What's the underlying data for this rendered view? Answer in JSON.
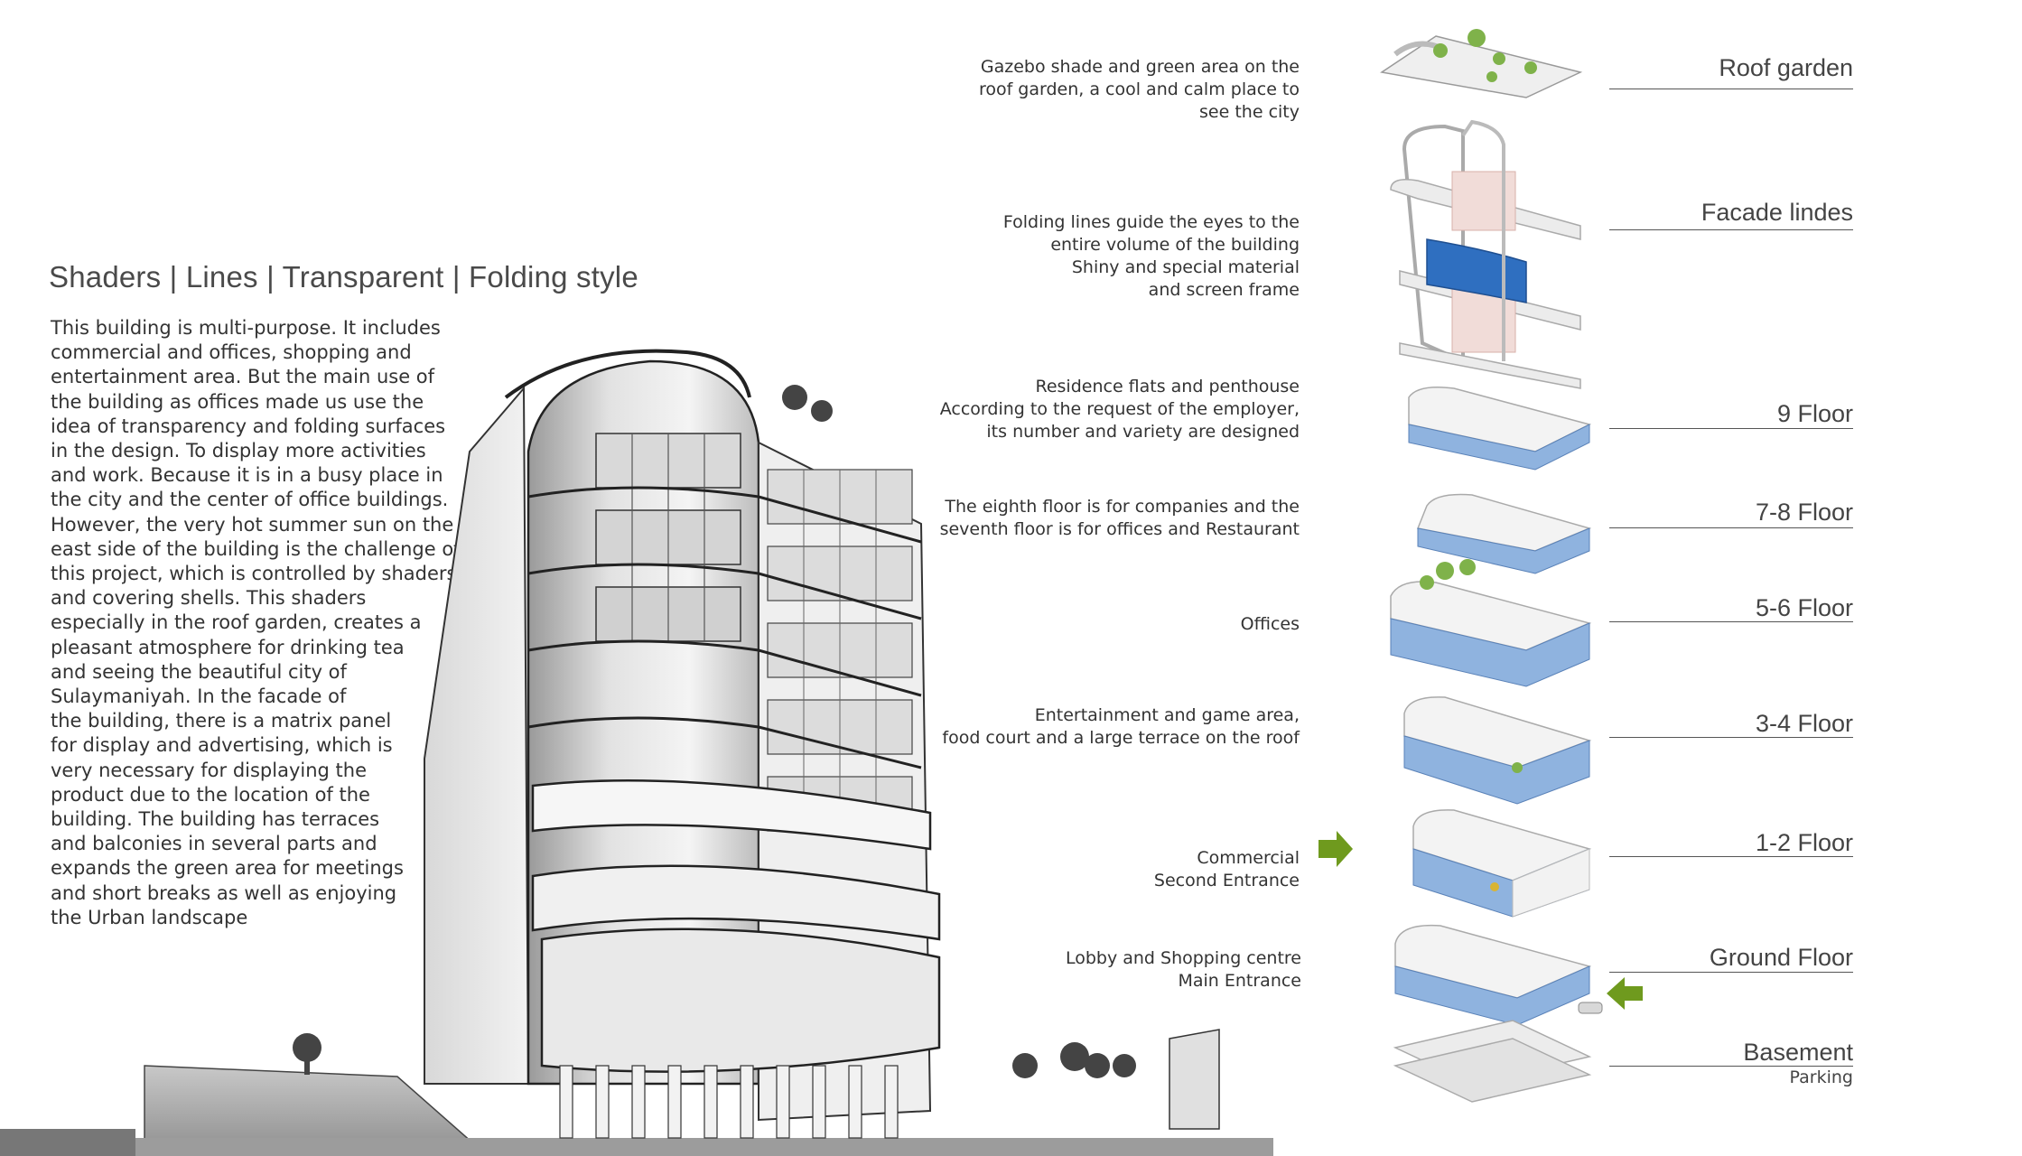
{
  "heading": "Shaders | Lines | Transparent | Folding style",
  "description_lines": [
    "This building is multi-purpose. It includes",
    "commercial and offices, shopping and",
    "entertainment area. But the main use of",
    "the building as offices made us use the",
    "idea of transparency and folding surfaces",
    "in the design. To display more activities",
    "and work. Because it is in a busy place in",
    "the city and the center of office buildings.",
    "However, the very hot summer sun on the",
    "east side of the building is the challenge of",
    "this project, which is controlled by shaders",
    "and covering shells. This shaders",
    "especially in the roof garden, creates a",
    "pleasant atmosphere for drinking tea",
    "and seeing the beautiful city of",
    "Sulaymaniyah. In the facade of",
    "the building, there is a matrix panel",
    "for display and advertising, which is",
    "very necessary for displaying the",
    "product due to the location of the",
    "building. The building has terraces",
    "and balconies in several parts and",
    "expands the green area for meetings",
    "and short breaks as well as enjoying",
    "the Urban landscape"
  ],
  "levels": [
    {
      "label": "Roof garden",
      "note": [
        "Gazebo shade and green area on the",
        "roof garden, a cool and calm place to",
        "see the city"
      ]
    },
    {
      "label": "Facade lindes",
      "note": [
        "Folding lines guide the eyes to the",
        "entire volume of the building",
        "Shiny and special material",
        "and screen frame"
      ]
    },
    {
      "label": "9 Floor",
      "note": [
        "Residence flats and penthouse",
        "According to the request of the employer,",
        "its number and variety are designed"
      ]
    },
    {
      "label": "7-8 Floor",
      "note": [
        "The eighth floor is for companies and the",
        "seventh floor is for offices and Restaurant"
      ]
    },
    {
      "label": "5-6 Floor",
      "note": [
        "Offices"
      ]
    },
    {
      "label": "3-4 Floor",
      "note": [
        "Entertainment and game area,",
        "food court and a large terrace on the roof"
      ]
    },
    {
      "label": "1-2 Floor",
      "note": [
        "Commercial",
        "Second Entrance"
      ]
    },
    {
      "label": "Ground Floor",
      "note": [
        "Lobby and Shopping centre",
        "Main Entrance"
      ]
    },
    {
      "label": "Basement",
      "sublabel": "Parking",
      "note": []
    }
  ],
  "colors": {
    "glass": "#7fa8d8",
    "solar_panel": "#2f6fc0",
    "entrance_arrow": "#6f9a1e",
    "tree": "#7fb24a"
  },
  "icons": [
    "entrance-arrow-icon",
    "tree-icon",
    "car-icon"
  ]
}
